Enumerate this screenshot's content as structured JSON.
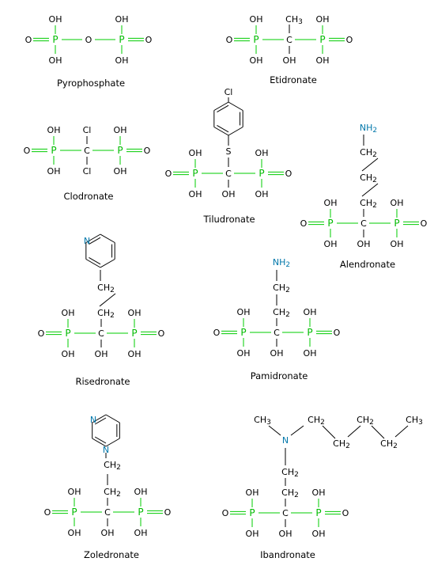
{
  "atoms": {
    "P": "P",
    "O": "O",
    "OH": "OH",
    "C": "C",
    "Cl": "Cl",
    "S": "S",
    "N": "N",
    "NH": "NH",
    "CH": "CH",
    "sub2": "2",
    "sub3": "3"
  },
  "molecules": {
    "pyrophosphate": "Pyrophosphate",
    "etidronate": "Etidronate",
    "clodronate": "Clodronate",
    "tiludronate": "Tiludronate",
    "alendronate": "Alendronate",
    "risedronate": "Risedronate",
    "pamidronate": "Pamidronate",
    "zoledronate": "Zoledronate",
    "ibandronate": "Ibandronate"
  },
  "colors": {
    "phosphorus": "#00cc00",
    "nitrogen": "#0077aa",
    "bond": "#000000"
  }
}
